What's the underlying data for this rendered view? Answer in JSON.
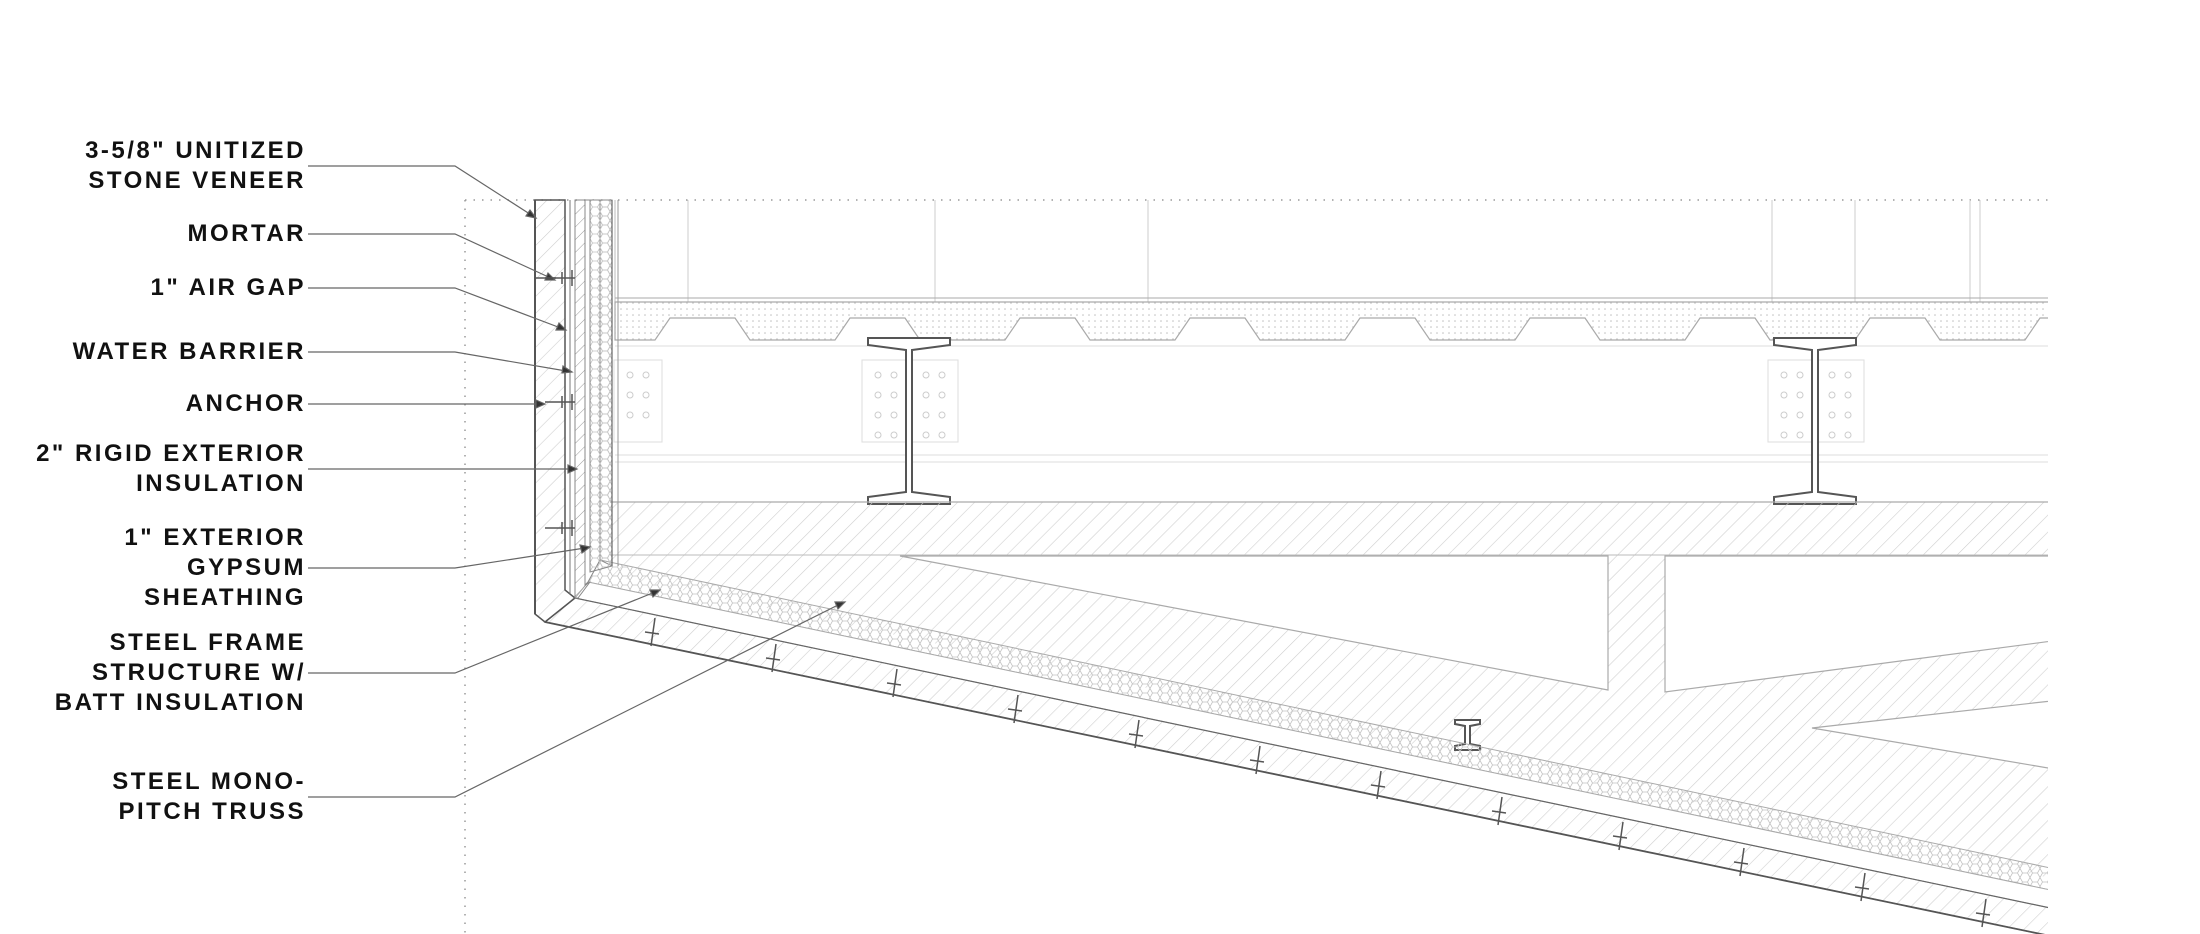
{
  "callouts": [
    {
      "id": "stone-veneer",
      "lines": [
        "3-5/8\" UNITIZED",
        "STONE VENEER"
      ]
    },
    {
      "id": "mortar",
      "lines": [
        "MORTAR"
      ]
    },
    {
      "id": "air-gap",
      "lines": [
        "1\" AIR GAP"
      ]
    },
    {
      "id": "water-barrier",
      "lines": [
        "WATER BARRIER"
      ]
    },
    {
      "id": "anchor",
      "lines": [
        "ANCHOR"
      ]
    },
    {
      "id": "rigid-insulation",
      "lines": [
        "2\" RIGID EXTERIOR",
        "INSULATION"
      ]
    },
    {
      "id": "gypsum-sheathing",
      "lines": [
        "1\" EXTERIOR",
        "GYPSUM",
        "SHEATHING"
      ]
    },
    {
      "id": "steel-frame",
      "lines": [
        "STEEL FRAME",
        "STRUCTURE W/",
        "BATT INSULATION"
      ]
    },
    {
      "id": "mono-pitch-truss",
      "lines": [
        "STEEL MONO-",
        "PITCH TRUSS"
      ]
    }
  ],
  "colors": {
    "line": "#555555",
    "light_line": "#aaaaaa",
    "hatch": "#c8c8c8",
    "text": "#111111"
  }
}
